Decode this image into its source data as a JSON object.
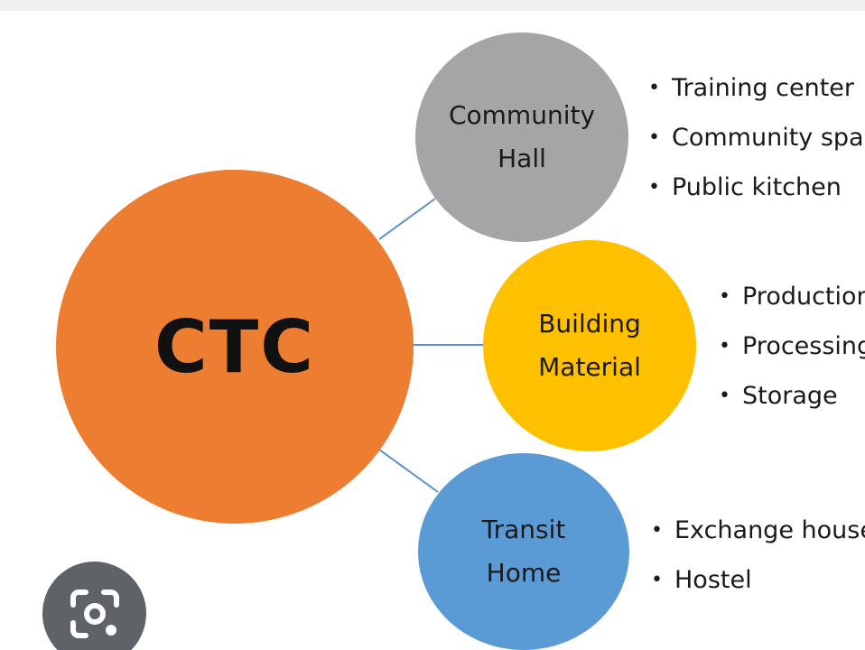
{
  "hub": {
    "label": "CTC",
    "color": "#ED7D31"
  },
  "branches": [
    {
      "id": "community",
      "lines": [
        "Community",
        "Hall"
      ],
      "color": "#A5A5A5",
      "items": [
        "Training center",
        "Community space",
        "Public kitchen"
      ]
    },
    {
      "id": "building",
      "lines": [
        "Building",
        "Material"
      ],
      "color": "#FFC000",
      "items": [
        "Production",
        "Processing",
        "Storage"
      ]
    },
    {
      "id": "transit",
      "lines": [
        "Transit",
        "Home"
      ],
      "color": "#5B9BD5",
      "items": [
        "Exchange house",
        "Hostel"
      ]
    }
  ],
  "connector_color": "#5B8FC9",
  "overlay": {
    "icon": "lens-camera-icon",
    "color": "#5f6368"
  }
}
